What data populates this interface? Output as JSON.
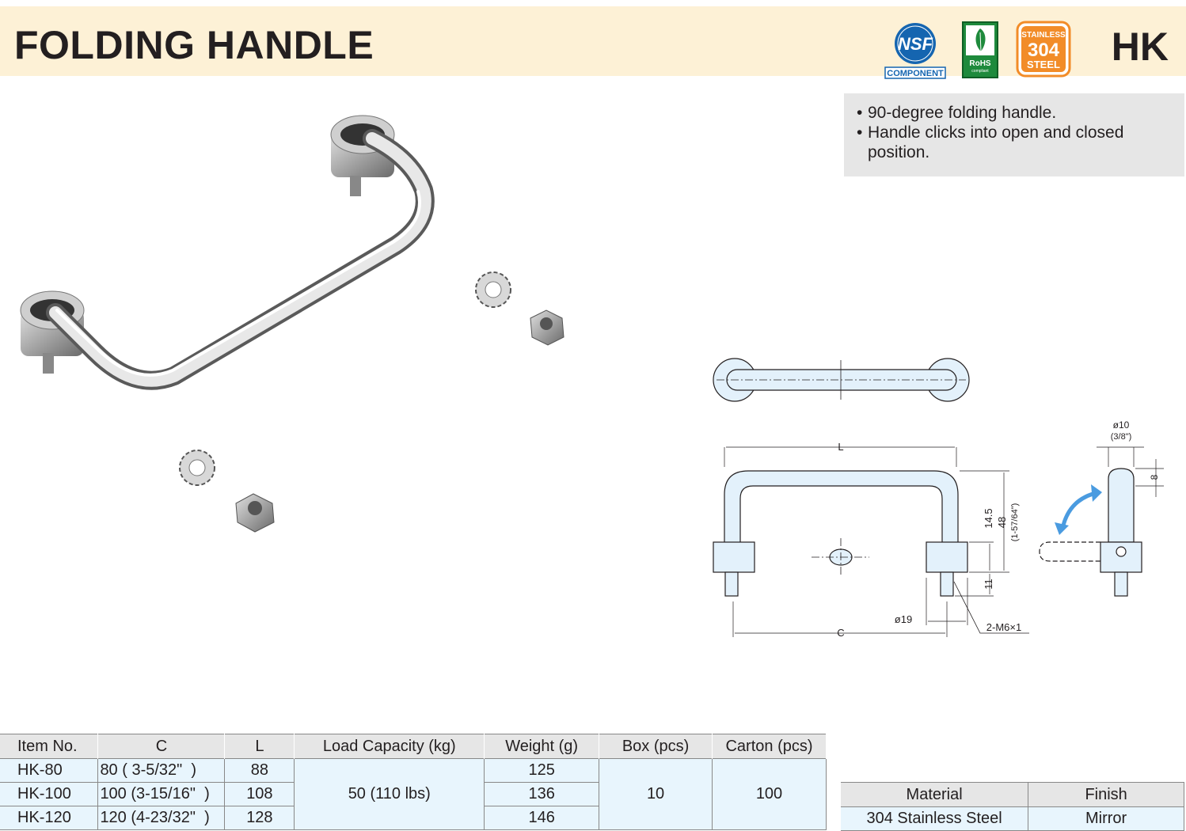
{
  "header": {
    "title": "FOLDING HANDLE",
    "series_code": "HK",
    "badges": {
      "nsf": {
        "logo": "NSF",
        "caption": "COMPONENT"
      },
      "rohs": {
        "text": "RoHS",
        "subtext": "compliant"
      },
      "steel": {
        "top": "STAINLESS",
        "number": "304",
        "bottom": "STEEL"
      }
    }
  },
  "features": [
    "90-degree folding handle.",
    "Handle clicks into open and closed position."
  ],
  "drawing_labels": {
    "length": "L",
    "center": "C",
    "base_dia": "ø19",
    "thread": "2-M6×1",
    "height_1": "14.5",
    "height_2": "48",
    "height_2_in": "(1-57/64\")",
    "stud": "11",
    "bar_dia": "ø10",
    "bar_dia_in": "(3/8\")",
    "tip": "8"
  },
  "spec_table": {
    "headers": [
      "Item No.",
      "C",
      "L",
      "Load Capacity (kg)",
      "Weight (g)",
      "Box (pcs)",
      "Carton (pcs)"
    ],
    "rows": [
      {
        "item": "HK-80",
        "c": "80 ( 3-5/32\"  )",
        "l": "88",
        "weight": "125"
      },
      {
        "item": "HK-100",
        "c": "100 (3-15/16\"  )",
        "l": "108",
        "weight": "136"
      },
      {
        "item": "HK-120",
        "c": "120 (4-23/32\"  )",
        "l": "128",
        "weight": "146"
      }
    ],
    "load_capacity": "50 (110 lbs)",
    "box": "10",
    "carton": "100"
  },
  "material_table": {
    "headers": [
      "Material",
      "Finish"
    ],
    "material": "304 Stainless Steel",
    "finish": "Mirror"
  },
  "colors": {
    "header_bg": "#fdf1d6",
    "table_header_bg": "#e6e6e6",
    "table_cell_bg": "#e8f5fd",
    "nsf_blue": "#1565b0",
    "rohs_green": "#1e8a3c",
    "steel_orange": "#f28c28",
    "drawing_fill": "#e3f1fb",
    "arrow_blue": "#4a9be0"
  }
}
